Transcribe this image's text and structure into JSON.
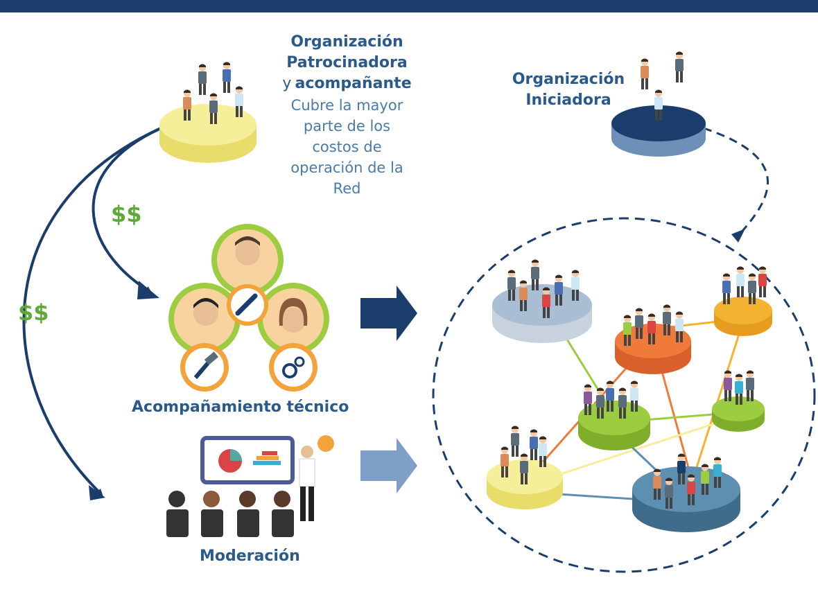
{
  "sponsor": {
    "title_line1": "Organización",
    "title_line2": "Patrocinadora",
    "connector": "y",
    "title_line3": "acompañante",
    "description_lines": [
      "Cubre la mayor",
      "parte de los",
      "costos de",
      "operación de la",
      "Red"
    ]
  },
  "initiator": {
    "title_line1": "Organización",
    "title_line2": "Iniciadora"
  },
  "funding": {
    "label_upper": "$$",
    "label_lower": "$$"
  },
  "services": {
    "technical_label": "Acompañamiento técnico",
    "moderation_label": "Moderación"
  },
  "colors": {
    "navy": "#1a3d6b",
    "title_blue": "#2a5a8c",
    "money_green": "#5fa83a",
    "yellow_platform": "#f6ef9a",
    "orange_platform": "#ef7a3a",
    "green_platform": "#9ccc3f",
    "gold_platform": "#f3b330",
    "steel_platform": "#5c8fb0",
    "grey_blue_platform": "#a9bdd3"
  }
}
